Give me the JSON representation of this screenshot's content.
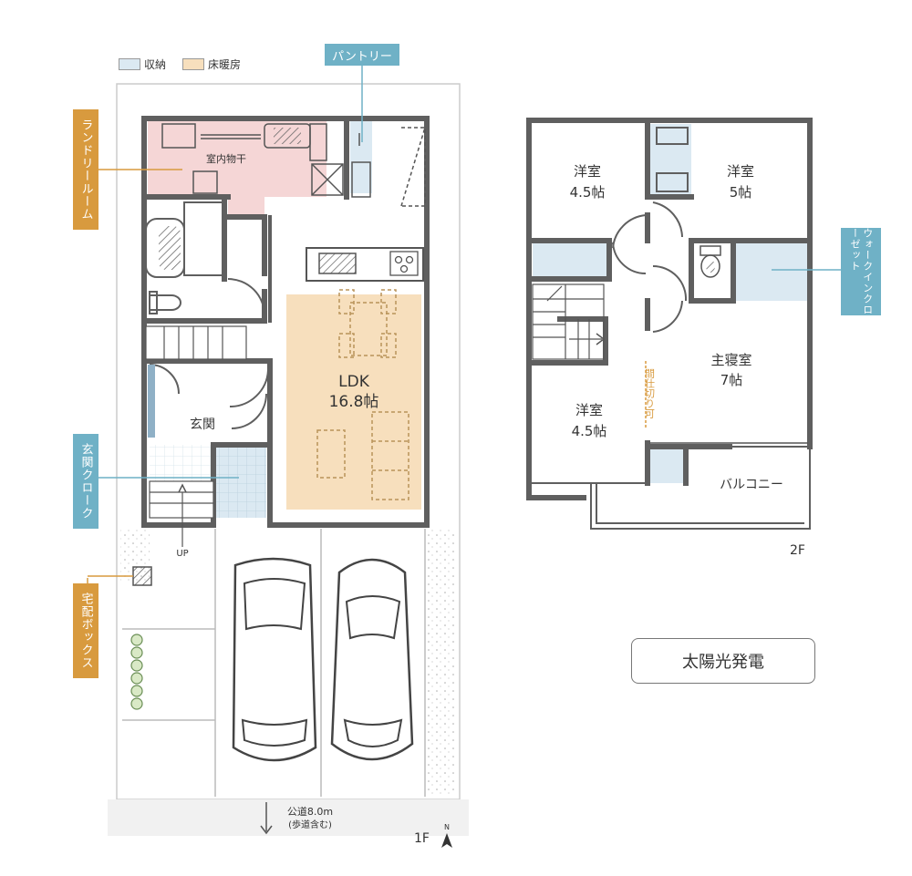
{
  "legend": {
    "storage": {
      "label": "収納",
      "color": "#dbe9f2"
    },
    "floor_heating": {
      "label": "床暖房",
      "color": "#f7dfbd"
    }
  },
  "colors": {
    "wall": "#5f5f5f",
    "laundry": "#f5d6d6",
    "tag_blue": "#6fb1c6",
    "tag_orange": "#d89a3e"
  },
  "tags": {
    "pantry": "パントリー",
    "laundry_room": "ランドリールーム",
    "entrance_cloak": "玄関クローク",
    "delivery_box": "宅配ボックス",
    "walk_in_closet": "ウォークインクローゼット"
  },
  "floor1": {
    "indoor_drying": "室内物干",
    "ldk_name": "LDK",
    "ldk_size": "16.8帖",
    "entrance": "玄関",
    "up": "UP",
    "road_line1": "公道8.0m",
    "road_line2": "(歩道含む)",
    "label": "1F"
  },
  "floor2": {
    "room1_name": "洋室",
    "room1_size": "4.5帖",
    "room2_name": "洋室",
    "room2_size": "5帖",
    "master_name": "主寝室",
    "master_size": "7帖",
    "room3_name": "洋室",
    "room3_size": "4.5帖",
    "partition": "間仕切り可",
    "balcony": "バルコニー",
    "label": "2F"
  },
  "solar": "太陽光発電",
  "north": "N"
}
